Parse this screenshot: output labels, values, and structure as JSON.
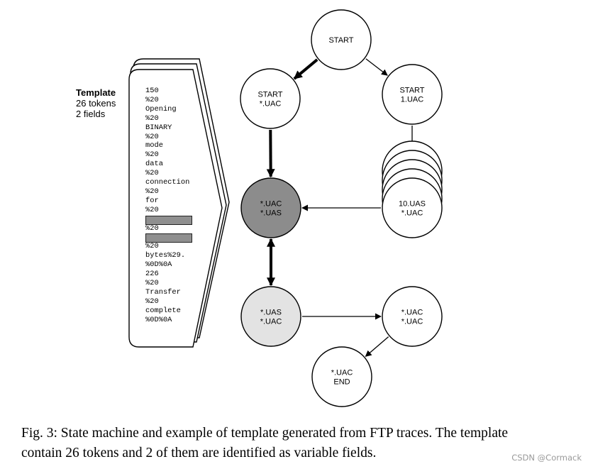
{
  "template_panel": {
    "title": "Template",
    "token_count_text": "26 tokens",
    "field_count_text": "2 fields",
    "tokens": [
      {
        "text": "150",
        "field": false
      },
      {
        "text": "%20",
        "field": false
      },
      {
        "text": "Opening",
        "field": false
      },
      {
        "text": "%20",
        "field": false
      },
      {
        "text": "BINARY",
        "field": false
      },
      {
        "text": "%20",
        "field": false
      },
      {
        "text": "mode",
        "field": false
      },
      {
        "text": "%20",
        "field": false
      },
      {
        "text": "data",
        "field": false
      },
      {
        "text": "%20",
        "field": false
      },
      {
        "text": "connection",
        "field": false
      },
      {
        "text": "%20",
        "field": false
      },
      {
        "text": "for",
        "field": false
      },
      {
        "text": "%20",
        "field": false
      },
      {
        "text": "",
        "field": true
      },
      {
        "text": "%20",
        "field": false
      },
      {
        "text": "",
        "field": true
      },
      {
        "text": "%20",
        "field": false
      },
      {
        "text": "bytes%29.",
        "field": false
      },
      {
        "text": "%0D%0A",
        "field": false
      },
      {
        "text": "226",
        "field": false
      },
      {
        "text": "%20",
        "field": false
      },
      {
        "text": "Transfer",
        "field": false
      },
      {
        "text": "%20",
        "field": false
      },
      {
        "text": "complete",
        "field": false
      },
      {
        "text": "%0D%0A",
        "field": false
      }
    ]
  },
  "state_machine": {
    "nodes": [
      {
        "id": "start",
        "lines": [
          "START"
        ],
        "fill": "#ffffff",
        "stacked": false
      },
      {
        "id": "start-uac",
        "lines": [
          "START",
          "*.UAC"
        ],
        "fill": "#ffffff",
        "stacked": false
      },
      {
        "id": "start-1uac",
        "lines": [
          "START",
          "1.UAC"
        ],
        "fill": "#ffffff",
        "stacked": false
      },
      {
        "id": "uac-uas",
        "lines": [
          "*.UAC",
          "*.UAS"
        ],
        "fill": "#8c8c8c",
        "stacked": false
      },
      {
        "id": "10uas-uac",
        "lines": [
          "10.UAS",
          "*.UAC"
        ],
        "fill": "#ffffff",
        "stacked": true
      },
      {
        "id": "uas-uac",
        "lines": [
          "*.UAS",
          "*.UAC"
        ],
        "fill": "#e3e3e3",
        "stacked": false
      },
      {
        "id": "uac-uac",
        "lines": [
          "*.UAC",
          "*.UAC"
        ],
        "fill": "#ffffff",
        "stacked": false
      },
      {
        "id": "uac-end",
        "lines": [
          "*.UAC",
          "END"
        ],
        "fill": "#ffffff",
        "stacked": false
      }
    ],
    "edges": [
      {
        "from": "start",
        "to": "start-uac",
        "weight": "thick",
        "direction": "forward"
      },
      {
        "from": "start",
        "to": "start-1uac",
        "weight": "thin",
        "direction": "forward"
      },
      {
        "from": "start-uac",
        "to": "uac-uas",
        "weight": "thick",
        "direction": "forward"
      },
      {
        "from": "start-1uac",
        "to": "10uas-uac",
        "weight": "thin",
        "direction": "forward"
      },
      {
        "from": "10uas-uac",
        "to": "uac-uas",
        "weight": "thin",
        "direction": "forward"
      },
      {
        "from": "uac-uas",
        "to": "uas-uac",
        "weight": "thick",
        "direction": "both"
      },
      {
        "from": "uas-uac",
        "to": "uac-uac",
        "weight": "thin",
        "direction": "forward"
      },
      {
        "from": "uac-uac",
        "to": "uac-end",
        "weight": "thin",
        "direction": "forward"
      }
    ]
  },
  "caption": {
    "line1": "Fig. 3: State machine and example of template generated from FTP traces. The template",
    "line2": "contain 26 tokens and 2 of them are identified as variable fields."
  },
  "watermark": "CSDN @Cormack"
}
